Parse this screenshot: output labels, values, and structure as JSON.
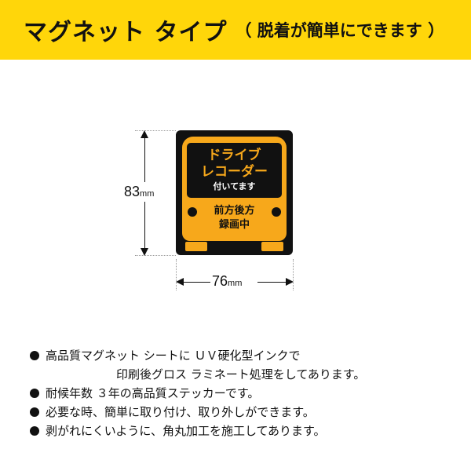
{
  "banner": {
    "title": "マグネット タイプ",
    "subtitle": "（ 脱着が簡単にできます ）",
    "color": "#ffd60a"
  },
  "dimensions": {
    "height_value": "83",
    "height_unit": "mm",
    "width_value": "76",
    "width_unit": "mm"
  },
  "sticker": {
    "screen_line1": "ドライブ",
    "screen_line2": "レコーダー",
    "screen_line3": "付いてます",
    "bus_line1": "前方後方",
    "bus_line2": "録画中",
    "accent_color": "#f7a81b",
    "background_color": "#111111"
  },
  "features": [
    {
      "line1": "高品質マグネット シートに ＵＶ硬化型インクで",
      "line2": "印刷後グロス ラミネート処理をしてあります。"
    },
    {
      "line1": "耐候年数 ３年の高品質ステッカーです。",
      "line2": ""
    },
    {
      "line1": "必要な時、簡単に取り付け、取り外しができます。",
      "line2": ""
    },
    {
      "line1": "剥がれにくいように、角丸加工を施工してあります。",
      "line2": ""
    }
  ]
}
